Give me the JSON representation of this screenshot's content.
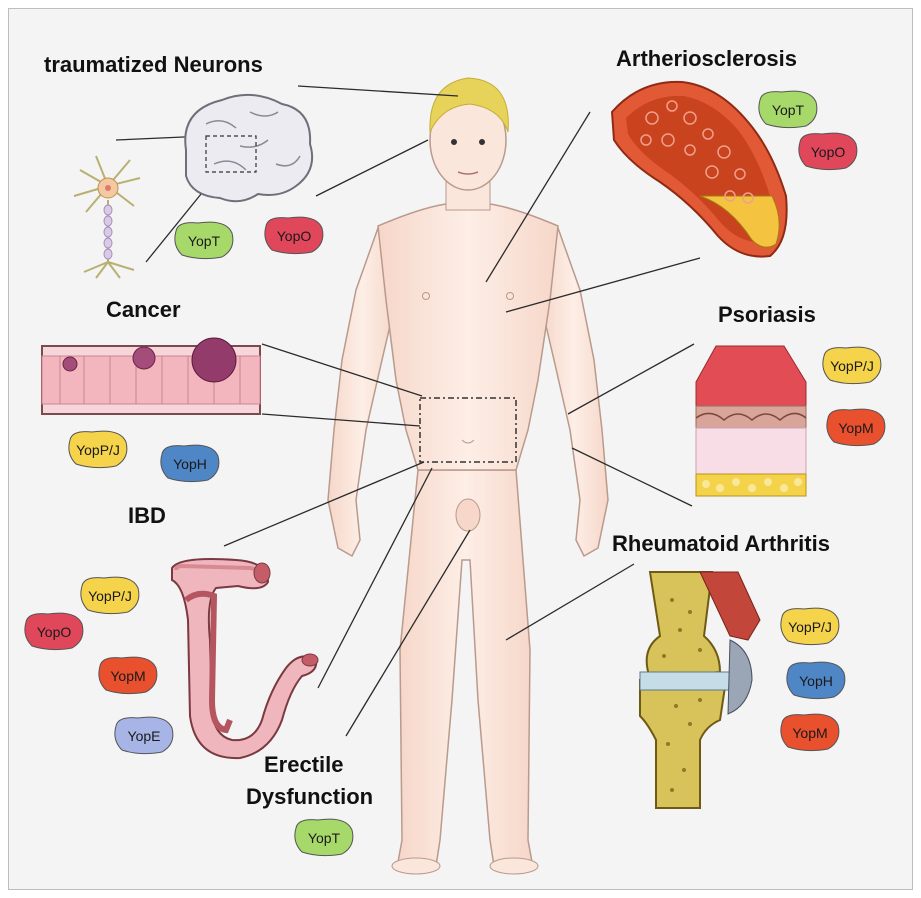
{
  "diseases": {
    "neurons": "traumatized Neurons",
    "atherosclerosis": "Artheriosclerosis",
    "cancer": "Cancer",
    "psoriasis": "Psoriasis",
    "ibd": "IBD",
    "rheumatoid": "Rheumatoid Arthritis",
    "erectile_line1": "Erectile",
    "erectile_line2": "Dysfunction"
  },
  "effectors": {
    "neurons": [
      "YopT",
      "YopO"
    ],
    "atherosclerosis": [
      "YopT",
      "YopO"
    ],
    "cancer": [
      "YopP/J",
      "YopH"
    ],
    "psoriasis": [
      "YopP/J",
      "YopM"
    ],
    "ibd": [
      "YopP/J",
      "YopO",
      "YopM",
      "YopE"
    ],
    "rheumatoid": [
      "YopP/J",
      "YopH",
      "YopM"
    ],
    "erectile": [
      "YopT"
    ]
  },
  "colors": {
    "YopT": "#a6d96a",
    "YopO": "#e0475b",
    "YopP/J": "#f5d34a",
    "YopH": "#4f86c6",
    "YopM": "#e8502e",
    "YopE": "#a7b4e6",
    "skin": "#fbe6dc",
    "hair": "#e8d35a",
    "background": "#f4f4f4"
  }
}
